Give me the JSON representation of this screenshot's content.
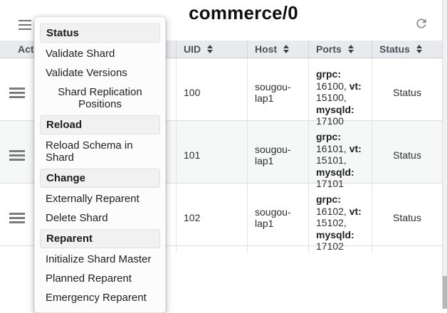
{
  "topbar": {
    "title": "commerce/0"
  },
  "menu": {
    "sections": [
      {
        "header": "Status",
        "items": [
          {
            "label": "Validate Shard"
          },
          {
            "label": "Validate Versions"
          },
          {
            "label": "Shard Replication Positions",
            "align": "center"
          }
        ]
      },
      {
        "header": "Reload",
        "items": [
          {
            "label": "Reload Schema in Shard"
          }
        ]
      },
      {
        "header": "Change",
        "items": [
          {
            "label": "Externally Reparent"
          },
          {
            "label": "Delete Shard"
          }
        ]
      },
      {
        "header": "Reparent",
        "items": [
          {
            "label": "Initialize Shard Master"
          },
          {
            "label": "Planned Reparent"
          },
          {
            "label": "Emergency Reparent"
          }
        ]
      }
    ]
  },
  "table": {
    "columns": [
      {
        "key": "actions",
        "label": "Actions"
      },
      {
        "key": "uid",
        "label": "UID",
        "sortable": true
      },
      {
        "key": "host",
        "label": "Host"
      },
      {
        "key": "ports",
        "label": "Ports"
      },
      {
        "key": "status",
        "label": "Status"
      }
    ],
    "rows": [
      {
        "uid": "100",
        "host": "sougou-lap1",
        "ports": [
          {
            "label": "grpc",
            "value": "16100"
          },
          {
            "label": "vt",
            "value": "15100"
          },
          {
            "label": "mysqld",
            "value": "17100"
          }
        ],
        "status": "Status"
      },
      {
        "uid": "101",
        "host": "sougou-lap1",
        "ports": [
          {
            "label": "grpc",
            "value": "16101"
          },
          {
            "label": "vt",
            "value": "15101"
          },
          {
            "label": "mysqld",
            "value": "17101"
          }
        ],
        "status": "Status"
      },
      {
        "uid": "102",
        "host": "sougou-lap1",
        "ports": [
          {
            "label": "grpc",
            "value": "16102"
          },
          {
            "label": "vt",
            "value": "15102"
          },
          {
            "label": "mysqld",
            "value": "17102"
          }
        ],
        "status": "Status"
      }
    ]
  },
  "icons": {
    "top_left": "hamburger-icon",
    "top_right": "refresh-icon",
    "uid_header": "sort-icon",
    "row_action": "hamburger-icon"
  },
  "colors": {
    "table_header_bg": "#e8eaed",
    "row_alt_bg": "#f6f7f7",
    "menu_header_bg": "#f1f1f1",
    "border": "#e0e0e0",
    "scrollbar_thumb": "#b7b7b7"
  }
}
